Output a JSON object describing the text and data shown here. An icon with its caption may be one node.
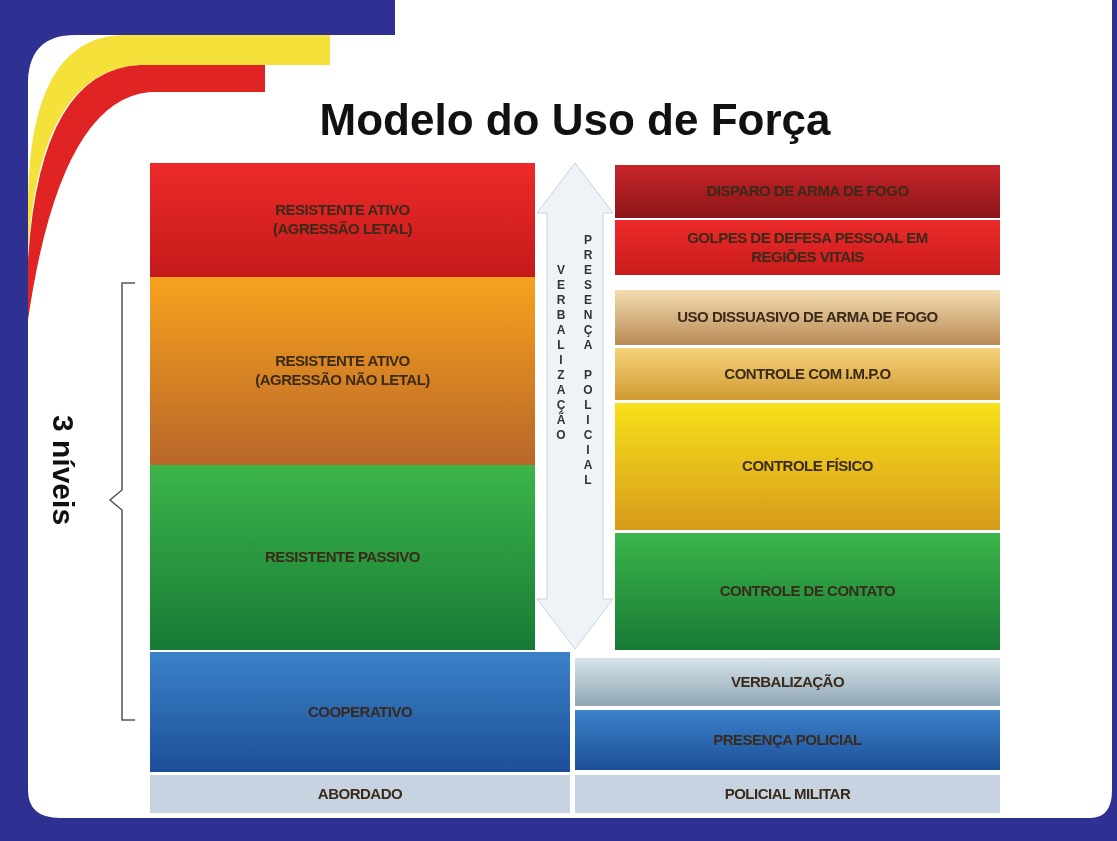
{
  "diagram": {
    "title": "Modelo do Uso de Força",
    "nodes": [
      {
        "text": [
          "RESISTENTE ATIVO (AGRESSÃO LETAL)"
        ]
      },
      {
        "text": [
          "DISPARO DE ARMA DE FOGO"
        ]
      },
      {
        "text": [
          "GOLPES DE DEFESA PESSOAL EM REGIÕES VITAIS"
        ]
      },
      {
        "text": [
          "VERBALIZAÇÃO",
          "PRESENÇA POLICIAL"
        ]
      },
      {
        "text": [
          "RESISTENTE ATIVO (AGRESSÃO NÃO LETAL)"
        ]
      },
      {
        "text": [
          "USO DISSUASIVO DE ARMA DE FOGO"
        ]
      },
      {
        "text": [
          "CONTROLE COM I.M.P.O"
        ]
      },
      {
        "text": [
          "CONTROLE FÍSICO"
        ]
      },
      {
        "text": [
          "RESISTENTE PASSIVO"
        ]
      },
      {
        "text": [
          "CONTROLE DE CONTATO"
        ]
      },
      {
        "text": [
          "COOPERATIVO"
        ]
      },
      {
        "text": [
          "VERBALIZAÇÃO"
        ]
      },
      {
        "text": [
          "PRESENÇA POLICIAL"
        ]
      },
      {
        "text": [
          "ABORDADO"
        ]
      },
      {
        "text": [
          "POLICIAL MILITAR"
        ]
      }
    ],
    "labels": [
      "3 níveis"
    ]
  }
}
